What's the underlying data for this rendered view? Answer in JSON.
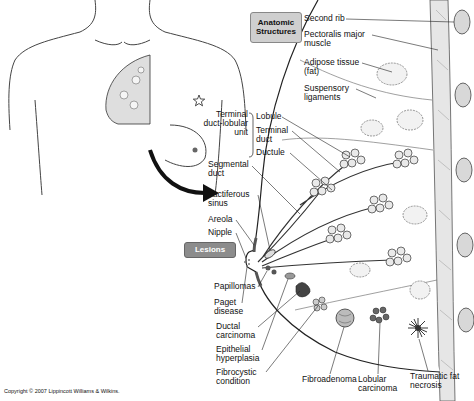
{
  "diagram": {
    "nodes": [
      {
        "text": [
          "Anatomic Structures"
        ]
      },
      {
        "text": [
          "Lesions"
        ]
      }
    ],
    "labels": [
      "Second rib",
      "Pectoralis major muscle",
      "Adipose tissue (fat)",
      "Suspensory ligaments",
      "Terminal duct-lobular unit",
      "Lobule",
      "Terminal duct",
      "Ductule",
      "Segmental duct",
      "Lactiferous sinus",
      "Areola",
      "Nipple",
      "Papillomas",
      "Paget disease",
      "Ductal carcinoma",
      "Epithelial hyperplasia",
      "Fibrocystic condition",
      "Fibroadenoma",
      "Lobular carcinoma",
      "Traumatic fat necrosis",
      "Copyright © 2007 Lippincott Williams & Wilkins."
    ]
  }
}
